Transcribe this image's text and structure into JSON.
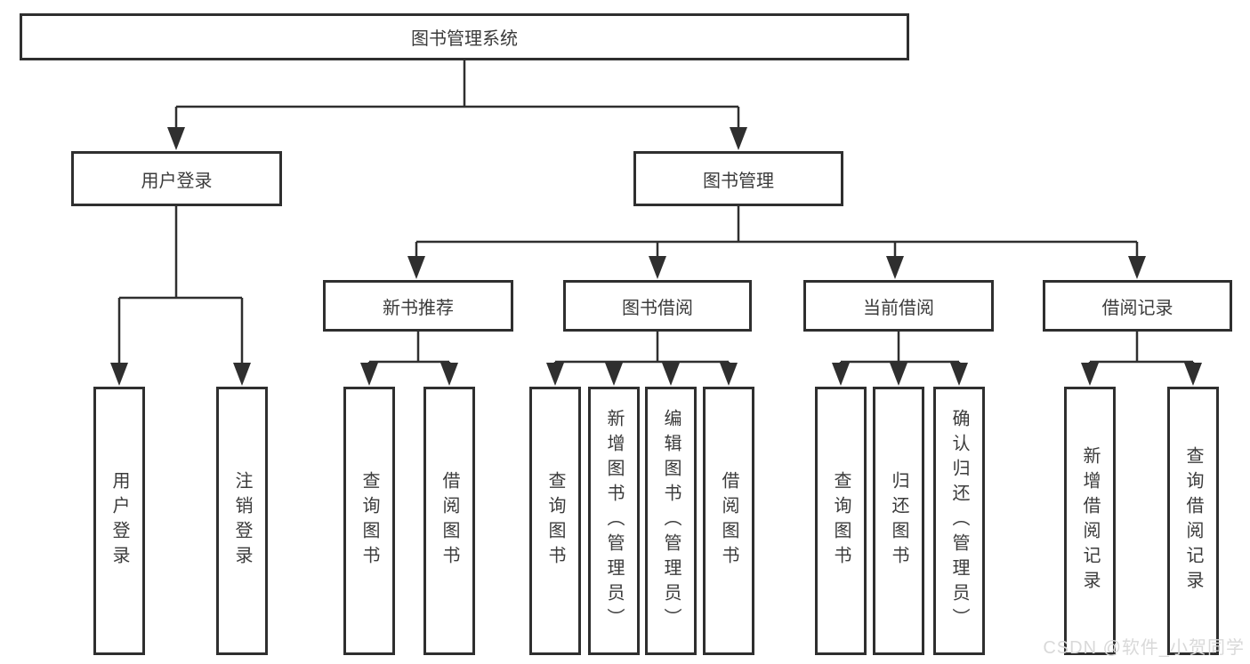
{
  "diagram": {
    "root": {
      "label": "图书管理系统"
    },
    "branches": [
      {
        "label": "用户登录",
        "children": [
          {
            "label": "用户登录"
          },
          {
            "label": "注销登录"
          }
        ]
      },
      {
        "label": "图书管理",
        "children": [
          {
            "label": "新书推荐",
            "children": [
              {
                "label": "查询图书"
              },
              {
                "label": "借阅图书"
              }
            ]
          },
          {
            "label": "图书借阅",
            "children": [
              {
                "label": "查询图书"
              },
              {
                "label": "新增图书（管理员）"
              },
              {
                "label": "编辑图书（管理员）"
              },
              {
                "label": "借阅图书"
              }
            ]
          },
          {
            "label": "当前借阅",
            "children": [
              {
                "label": "查询图书"
              },
              {
                "label": "归还图书"
              },
              {
                "label": "确认归还（管理员）"
              }
            ]
          },
          {
            "label": "借阅记录",
            "children": [
              {
                "label": "新增借阅记录"
              },
              {
                "label": "查询借阅记录"
              }
            ]
          }
        ]
      }
    ],
    "watermark": "CSDN @软件_小贺同学",
    "line_color": "#2f2f2f"
  }
}
